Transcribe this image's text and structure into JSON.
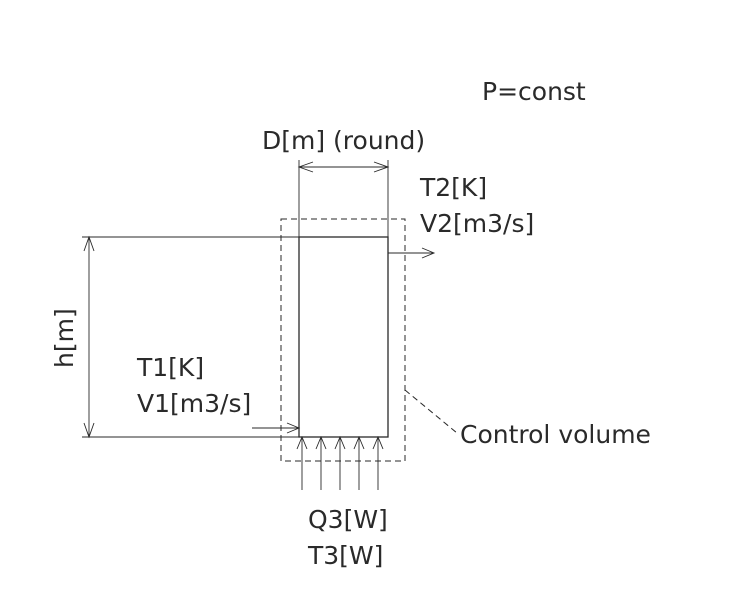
{
  "labels": {
    "pressure": "P=const",
    "diameter": "D[m] (round)",
    "outlet_temp": "T2[K]",
    "outlet_flow": "V2[m3/s]",
    "height": "h[m]",
    "inlet_temp": "T1[K]",
    "inlet_flow": "V1[m3/s]",
    "control_volume": "Control volume",
    "heat_input": "Q3[W]",
    "heat_temp": "T3[W]"
  }
}
